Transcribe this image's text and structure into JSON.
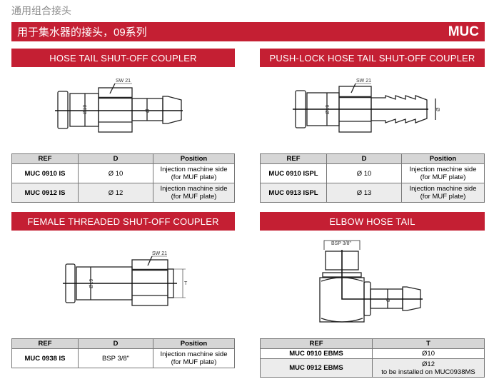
{
  "page_title": "通用组合接头",
  "banner": {
    "title": "用于集水器的接头，09系列",
    "code": "MUC"
  },
  "sections": [
    {
      "title": "HOSE TAIL SHUT-OFF COUPLER",
      "drawing": {
        "sw": "SW 21",
        "d1": "Ø19",
        "d2": "Ø"
      },
      "table": {
        "headers": [
          "REF",
          "D",
          "Position"
        ],
        "rows": [
          [
            "MUC 0910 IS",
            "Ø 10",
            "Injection machine side",
            "(for MUF plate)"
          ],
          [
            "MUC 0912 IS",
            "Ø 12",
            "Injection machine side",
            "(for MUF plate)"
          ]
        ]
      }
    },
    {
      "title": "PUSH-LOCK HOSE TAIL SHUT-OFF COUPLER",
      "drawing": {
        "sw": "SW 21",
        "d1": "Ø19",
        "d2": "Ø"
      },
      "table": {
        "headers": [
          "REF",
          "D",
          "Position"
        ],
        "rows": [
          [
            "MUC 0910 ISPL",
            "Ø 10",
            "Injection machine side",
            "(for MUF plate)"
          ],
          [
            "MUC 0913 ISPL",
            "Ø 13",
            "Injection machine side",
            "(for MUF plate)"
          ]
        ]
      }
    },
    {
      "title": "FEMALE THREADED SHUT-OFF COUPLER",
      "drawing": {
        "sw": "SW 21",
        "d1": "Ø19",
        "t": "T"
      },
      "table": {
        "headers": [
          "REF",
          "D",
          "Position"
        ],
        "rows": [
          [
            "MUC 0938 IS",
            "BSP 3/8\"",
            "Injection machine side",
            "(for MUF plate)"
          ]
        ]
      }
    },
    {
      "title": "ELBOW HOSE TAIL",
      "drawing": {
        "bsp": "BSP 3/8\"",
        "d2": "Ø"
      },
      "table": {
        "headers": [
          "REF",
          "T"
        ],
        "rows": [
          [
            "MUC 0910 EBMS",
            "Ø10",
            ""
          ],
          [
            "MUC 0912 EBMS",
            "Ø12",
            "to be installed on MUC0938MS"
          ]
        ]
      }
    }
  ]
}
